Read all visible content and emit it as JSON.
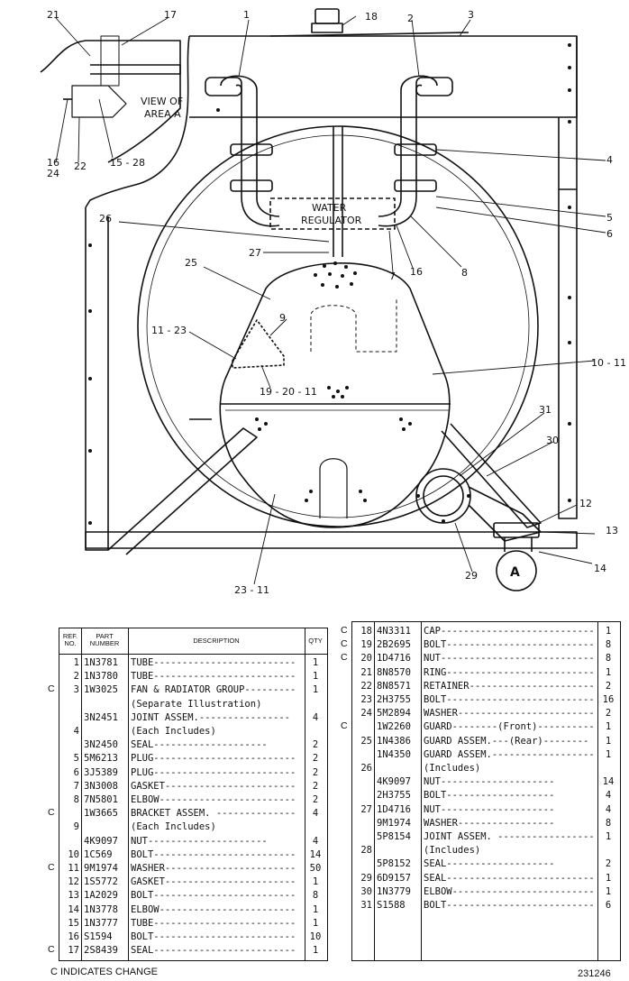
{
  "callouts": {
    "c1": "1",
    "c2": "2",
    "c3": "3",
    "c4": "4",
    "c5": "5",
    "c6": "6",
    "c7": "7",
    "c8": "8",
    "c9": "9",
    "c10_11": "10 - 11",
    "c11_23": "11 - 23",
    "c12": "12",
    "c13": "13",
    "c14": "14",
    "c16": "16",
    "c16b": "16",
    "c17": "17",
    "c18": "18",
    "c19_20_11": "19 - 20 - 11",
    "c21": "21",
    "c22": "22",
    "c23_11": "23 - 11",
    "c24": "24",
    "c25": "25",
    "c26": "26",
    "c27": "27",
    "c29": "29",
    "c30": "30",
    "c31": "31",
    "c15_28": "15 - 28",
    "view_of": "VIEW OF",
    "area_a": "AREA A",
    "water": "WATER",
    "regulator": "REGULATOR",
    "a_mark": "A"
  },
  "table_headers": {
    "ref": "REF. NO.",
    "part": "PART NUMBER",
    "desc": "DESCRIPTION",
    "qty": "QTY"
  },
  "left_rows": [
    {
      "c": "",
      "ref": "1",
      "part": "1N3781",
      "desc": "TUBE-------------------------",
      "qty": "1"
    },
    {
      "c": "",
      "ref": "2",
      "part": "1N3780",
      "desc": "TUBE-------------------------",
      "qty": "1"
    },
    {
      "c": "C",
      "ref": "3",
      "part": "1W3025",
      "desc": "FAN & RADIATOR GROUP---------",
      "qty": "1"
    },
    {
      "c": "",
      "ref": "",
      "part": "",
      "desc": "    (Separate Illustration)",
      "qty": ""
    },
    {
      "c": "",
      "ref": "",
      "part": "3N2451",
      "desc": "JOINT ASSEM.----------------",
      "qty": "4"
    },
    {
      "c": "",
      "ref": "4",
      "part": "",
      "desc": "    (Each Includes)",
      "qty": ""
    },
    {
      "c": "",
      "ref": "",
      "part": "3N2450",
      "desc": "    SEAL--------------------",
      "qty": "2"
    },
    {
      "c": "",
      "ref": "5",
      "part": "5M6213",
      "desc": "PLUG-------------------------",
      "qty": "2"
    },
    {
      "c": "",
      "ref": "6",
      "part": "3J5389",
      "desc": "PLUG-------------------------",
      "qty": "2"
    },
    {
      "c": "",
      "ref": "7",
      "part": "3N3008",
      "desc": "GASKET-----------------------",
      "qty": "2"
    },
    {
      "c": "",
      "ref": "8",
      "part": "7N5801",
      "desc": "ELBOW------------------------",
      "qty": "2"
    },
    {
      "c": "C",
      "ref": "",
      "part": "1W3665",
      "desc": "BRACKET ASSEM. --------------",
      "qty": "4"
    },
    {
      "c": "",
      "ref": "9",
      "part": "",
      "desc": "    (Each Includes)",
      "qty": ""
    },
    {
      "c": "",
      "ref": "",
      "part": "4K9097",
      "desc": "    NUT---------------------",
      "qty": "4"
    },
    {
      "c": "",
      "ref": "10",
      "part": "1C569",
      "desc": "BOLT-------------------------",
      "qty": "14"
    },
    {
      "c": "C",
      "ref": "11",
      "part": "9M1974",
      "desc": "WASHER-----------------------",
      "qty": "50"
    },
    {
      "c": "",
      "ref": "12",
      "part": "1S5772",
      "desc": "GASKET-----------------------",
      "qty": "1"
    },
    {
      "c": "",
      "ref": "13",
      "part": "1A2029",
      "desc": "BOLT-------------------------",
      "qty": "8"
    },
    {
      "c": "",
      "ref": "14",
      "part": "1N3778",
      "desc": "ELBOW------------------------",
      "qty": "1"
    },
    {
      "c": "",
      "ref": "15",
      "part": "1N3777",
      "desc": "TUBE-------------------------",
      "qty": "1"
    },
    {
      "c": "",
      "ref": "16",
      "part": "S1594",
      "desc": "BOLT-------------------------",
      "qty": "10"
    },
    {
      "c": "C",
      "ref": "17",
      "part": "2S8439",
      "desc": "SEAL-------------------------",
      "qty": "1"
    }
  ],
  "right_rows": [
    {
      "c": "C",
      "ref": "18",
      "part": "4N3311",
      "desc": "CAP---------------------------",
      "qty": "1"
    },
    {
      "c": "C",
      "ref": "19",
      "part": "2B2695",
      "desc": "BOLT--------------------------",
      "qty": "8"
    },
    {
      "c": "C",
      "ref": "20",
      "part": "1D4716",
      "desc": "NUT---------------------------",
      "qty": "8"
    },
    {
      "c": "",
      "ref": "21",
      "part": "8N8570",
      "desc": "RING--------------------------",
      "qty": "1"
    },
    {
      "c": "",
      "ref": "22",
      "part": "8N8571",
      "desc": "RETAINER----------------------",
      "qty": "2"
    },
    {
      "c": "",
      "ref": "23",
      "part": "2H3755",
      "desc": "BOLT--------------------------",
      "qty": "16"
    },
    {
      "c": "",
      "ref": "24",
      "part": "5M2894",
      "desc": "WASHER------------------------",
      "qty": "2"
    },
    {
      "c": "C",
      "ref": "",
      "part": "1W2260",
      "desc": "GUARD--------(Front)----------",
      "qty": "1"
    },
    {
      "c": "",
      "ref": "25",
      "part": "1N4386",
      "desc": "GUARD ASSEM.---(Rear)--------",
      "qty": "1"
    },
    {
      "c": "",
      "ref": "",
      "part": "1N4350",
      "desc": "GUARD ASSEM.------------------",
      "qty": "1"
    },
    {
      "c": "",
      "ref": "26",
      "part": "",
      "desc": "     (Includes)",
      "qty": ""
    },
    {
      "c": "",
      "ref": "",
      "part": "4K9097",
      "desc": "     NUT--------------------",
      "qty": "14"
    },
    {
      "c": "",
      "ref": "",
      "part": "2H3755",
      "desc": "     BOLT-------------------",
      "qty": "4"
    },
    {
      "c": "",
      "ref": "27",
      "part": "1D4716",
      "desc": "     NUT--------------------",
      "qty": "4"
    },
    {
      "c": "",
      "ref": "",
      "part": "9M1974",
      "desc": "     WASHER-----------------",
      "qty": "8"
    },
    {
      "c": "",
      "ref": "",
      "part": "5P8154",
      "desc": "JOINT ASSEM. -----------------",
      "qty": "1"
    },
    {
      "c": "",
      "ref": "28",
      "part": "",
      "desc": "     (Includes)",
      "qty": ""
    },
    {
      "c": "",
      "ref": "",
      "part": "5P8152",
      "desc": "     SEAL-------------------",
      "qty": "2"
    },
    {
      "c": "",
      "ref": "29",
      "part": "6D9157",
      "desc": "SEAL--------------------------",
      "qty": "1"
    },
    {
      "c": "",
      "ref": "30",
      "part": "1N3779",
      "desc": "ELBOW-------------------------",
      "qty": "1"
    },
    {
      "c": "",
      "ref": "31",
      "part": "S1588",
      "desc": "BOLT--------------------------",
      "qty": "6"
    }
  ],
  "footer": {
    "note": "C INDICATES CHANGE",
    "drawing_no": "231246"
  }
}
